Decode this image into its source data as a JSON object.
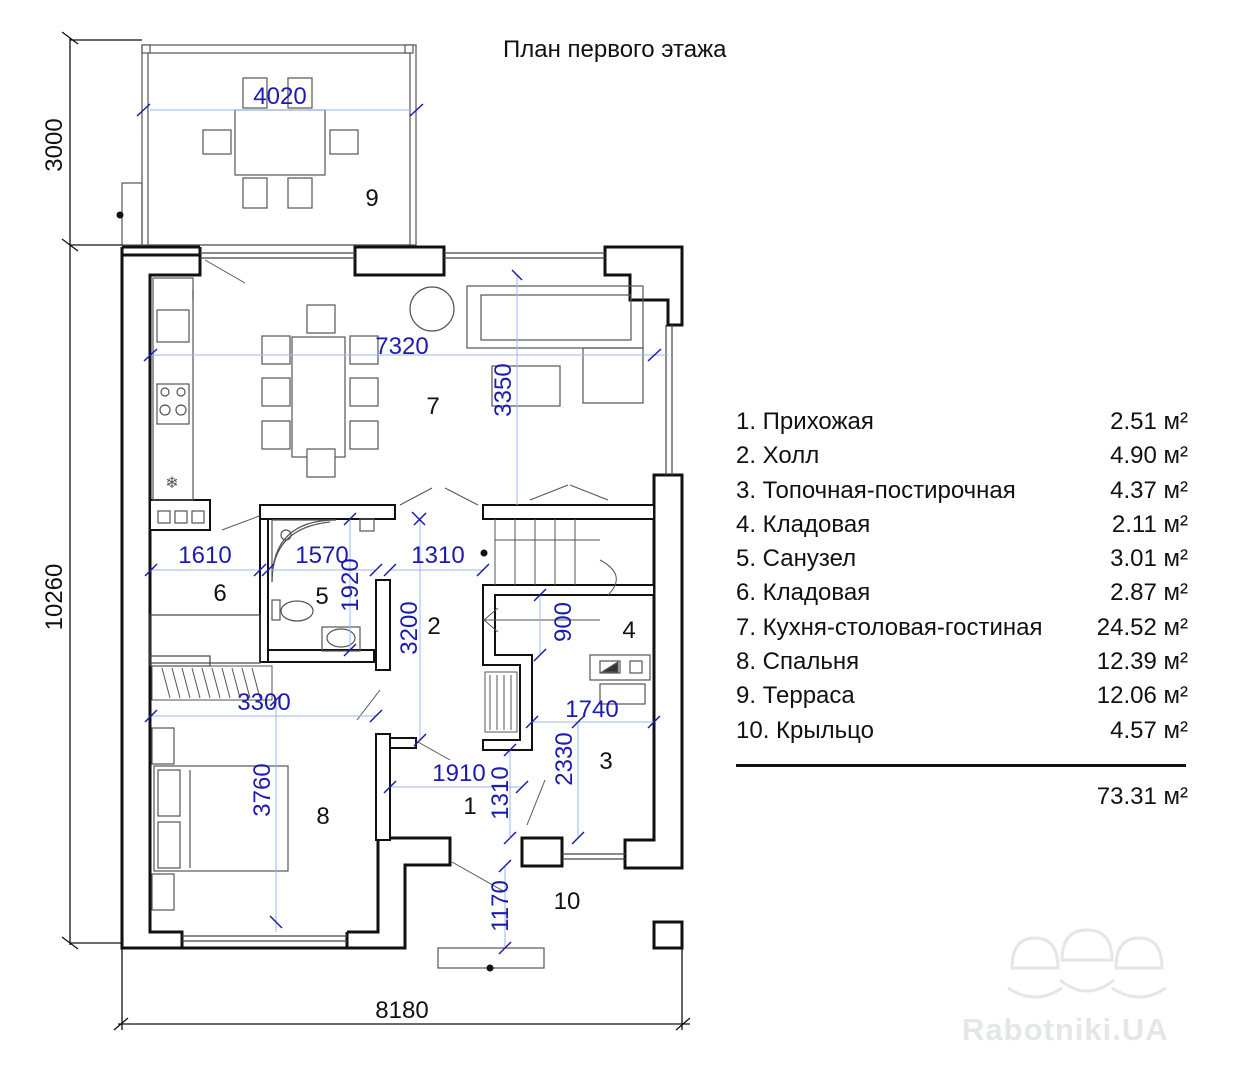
{
  "title": "План первого этажа",
  "overall_dims": {
    "width": "8180",
    "depth": "10260",
    "terrace_depth": "3000"
  },
  "inner_dims": {
    "terrace_width": "4020",
    "living_width": "7320",
    "living_depth": "3350",
    "storage6_width": "1610",
    "bath_width": "1570",
    "bath_depth": "1920",
    "hall_width": "1310",
    "hall_length": "3200",
    "pantry_depth": "900",
    "wardrobe_length": "3300",
    "boiler_width": "1740",
    "bedroom_depth": "3760",
    "entry_width": "1910",
    "entry_depth": "1310",
    "boiler_depth": "2330",
    "porch_depth": "1170"
  },
  "room_numbers": {
    "r1": "1",
    "r2": "2",
    "r3": "3",
    "r4": "4",
    "r5": "5",
    "r6": "6",
    "r7": "7",
    "r8": "8",
    "r9": "9",
    "r10": "10"
  },
  "rooms": [
    {
      "name": "1. Прихожая",
      "area": "2.51 м²"
    },
    {
      "name": "2. Холл",
      "area": "4.90 м²"
    },
    {
      "name": "3. Топочная-постирочная",
      "area": "4.37 м²"
    },
    {
      "name": "4. Кладовая",
      "area": "2.11 м²"
    },
    {
      "name": "5. Санузел",
      "area": "3.01 м²"
    },
    {
      "name": "6. Кладовая",
      "area": "2.87 м²"
    },
    {
      "name": "7. Кухня-столовая-гостиная",
      "area": "24.52 м²"
    },
    {
      "name": "8. Спальня",
      "area": "12.39 м²"
    },
    {
      "name": "9. Терраса",
      "area": "12.06 м²"
    },
    {
      "name": "10. Крыльцо",
      "area": "4.57 м²"
    }
  ],
  "total_area": "73.31 м²",
  "watermark": "Rabotniki.UA",
  "colors": {
    "dimension": "#1b1bb0",
    "wall": "#111111",
    "guide": "#9fb7ee",
    "furniture": "#555555",
    "watermark": "#e4e6e8"
  }
}
